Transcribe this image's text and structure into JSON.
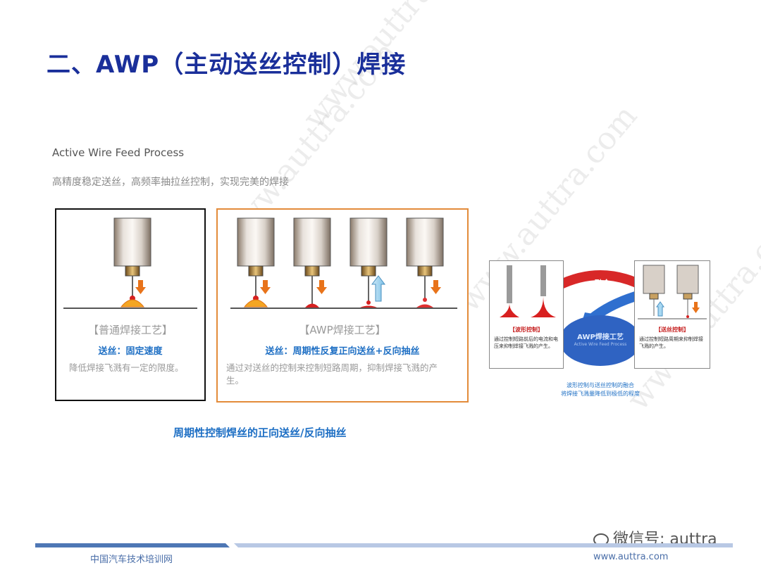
{
  "title": "二、AWP（主动送丝控制）焊接",
  "subtitle_en": "Active Wire Feed Process",
  "subtitle_cn": "高精度稳定送丝，高频率抽拉丝控制，实现完美的焊接",
  "conventional": {
    "label": "【普通焊接工艺】",
    "feed": "送丝：固定速度",
    "desc": "降低焊接飞溅有一定的限度。"
  },
  "awp": {
    "label": "【AWP焊接工艺】",
    "feed": "送丝：周期性反复正向送丝+反向抽丝",
    "desc": "通过对送丝的控制来控制短路周期，抑制焊接飞溅的产生。"
  },
  "fusion_diagram": {
    "fusion_label": "融合",
    "center_label": "AWP焊接工艺",
    "center_sub": "Active Wire Feed Process",
    "left_title": "【波形控制】",
    "left_desc": "通过控制短路前后的电流和电压来抑制焊接飞溅的产生。",
    "right_title": "【送丝控制】",
    "right_desc": "通过控制短路周期来抑制焊接飞溅的产生。",
    "caption_line1": "波形控制与送丝控制的融合",
    "caption_line2": "将焊接飞溅量降低到极低的程度"
  },
  "bottom_note": "周期性控制焊丝的正向送丝/反向抽丝",
  "footer": {
    "left": "中国汽车技术培训网",
    "right": "www.auttra.com",
    "wechat": "微信号: auttra"
  },
  "watermark": "www.auttra.com",
  "colors": {
    "title": "#1a2f9a",
    "accent_blue": "#1e6fc4",
    "awp_border": "#e38b3a",
    "spatter": "#f4a623",
    "arrow_orange": "#e8731a"
  }
}
